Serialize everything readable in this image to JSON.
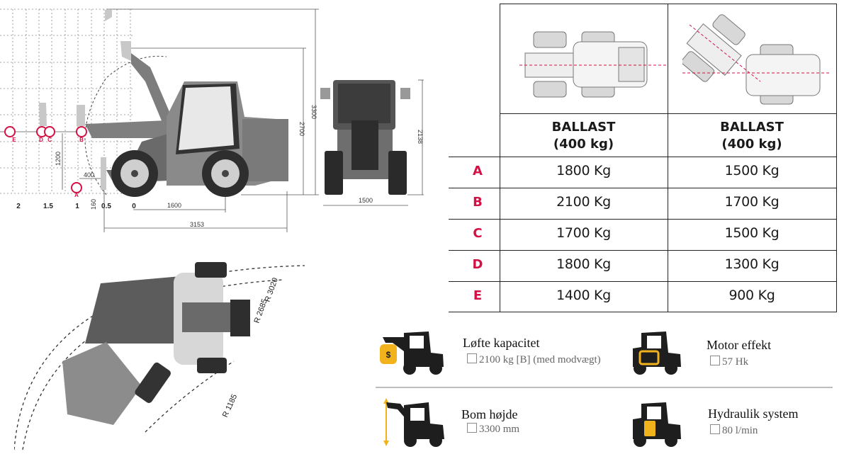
{
  "diagram": {
    "dimensions": {
      "height_total": "3300",
      "height_cab": "2700",
      "height_front": "2138",
      "pin_height": "1200",
      "reach": "400",
      "below_ground": "160",
      "wheelbase": "1600",
      "length": "3153",
      "width": "1500"
    },
    "scale_labels": [
      "2",
      "1.5",
      "1",
      "0.5",
      "0"
    ],
    "point_labels": [
      "E",
      "D",
      "C",
      "B",
      "A"
    ],
    "turning_radii": [
      "R 3020",
      "R 2685",
      "R 1185"
    ]
  },
  "table": {
    "header_left": "BALLAST\n(400 kg)",
    "header_right": "BALLAST\n(400 kg)",
    "rows": [
      {
        "label": "A",
        "left": "1800 Kg",
        "right": "1500 Kg"
      },
      {
        "label": "B",
        "left": "2100 Kg",
        "right": "1700 Kg"
      },
      {
        "label": "C",
        "left": "1700 Kg",
        "right": "1500 Kg"
      },
      {
        "label": "D",
        "left": "1800 Kg",
        "right": "1300 Kg"
      },
      {
        "label": "E",
        "left": "1400 Kg",
        "right": "900 Kg"
      }
    ]
  },
  "specs": {
    "lift": {
      "title": "Løfte kapacitet",
      "value": "2100 kg [B] (med modvægt)"
    },
    "engine": {
      "title": "Motor effekt",
      "value": "57 Hk"
    },
    "boom": {
      "title": "Bom højde",
      "value": "3300 mm"
    },
    "hydraulic": {
      "title": "Hydraulik system",
      "value": "80 l/min"
    }
  },
  "colors": {
    "accent": "#d31145",
    "icon_yellow": "#f2b21b",
    "machine_dark": "#6e6e6e"
  }
}
